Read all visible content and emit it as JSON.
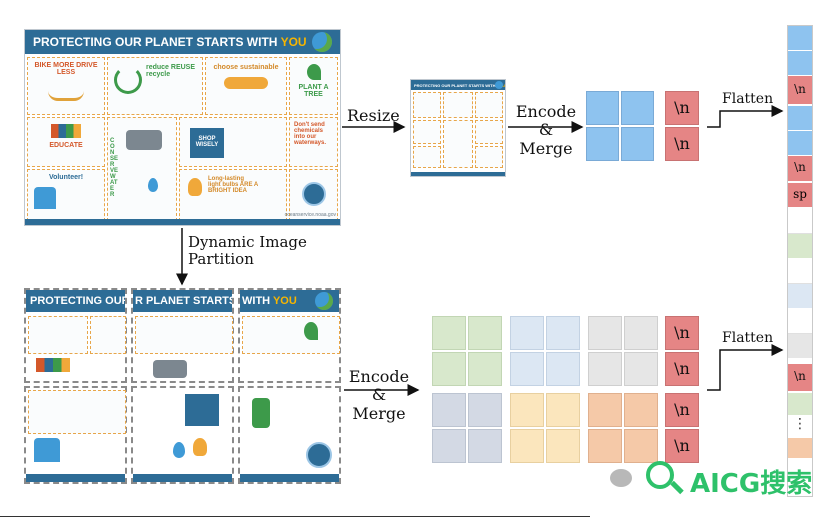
{
  "source_infographic": {
    "title": "PROTECTING OUR PLANET STARTS WITH",
    "title_emph": "YOU",
    "panels": [
      {
        "heading": "BIKE MORE DRIVE LESS"
      },
      {
        "heading": "reduce REUSE recycle"
      },
      {
        "heading": "choose sustainable"
      },
      {
        "heading": "PLANT A TREE"
      },
      {
        "heading": "EDUCATE"
      },
      {
        "heading": "SHOP WISELY"
      },
      {
        "heading": "Don't send chemicals into our waterways."
      },
      {
        "heading": "Volunteer!"
      },
      {
        "heading": "CONSERVE WATER"
      },
      {
        "heading": "Long-lasting light bulbs ARE A BRIGHT IDEA"
      }
    ],
    "footer": "oceanservice.noaa.gov"
  },
  "labels": {
    "resize": "Resize",
    "encode_merge_top": "Encode\n& Merge",
    "flatten_top": "Flatten",
    "dynamic_partition": "Dynamic Image\nPartition",
    "encode_merge_bottom": "Encode\n& Merge",
    "flatten_bottom": "Flatten"
  },
  "tokens": {
    "newline": "\\n",
    "space": "sp",
    "ellipsis": "⋮"
  },
  "colors": {
    "blue_token": "#8ec3ef",
    "newline_token": "#e58585",
    "green_token": "#d8e8cc",
    "lightblue_token": "#dce7f3",
    "gray_token": "#e6e6e6",
    "slate_token": "#d3d9e4",
    "yellow_token": "#fbe6bd",
    "orange_token": "#f5c9a8"
  },
  "watermark": {
    "text": "AICG搜索"
  }
}
